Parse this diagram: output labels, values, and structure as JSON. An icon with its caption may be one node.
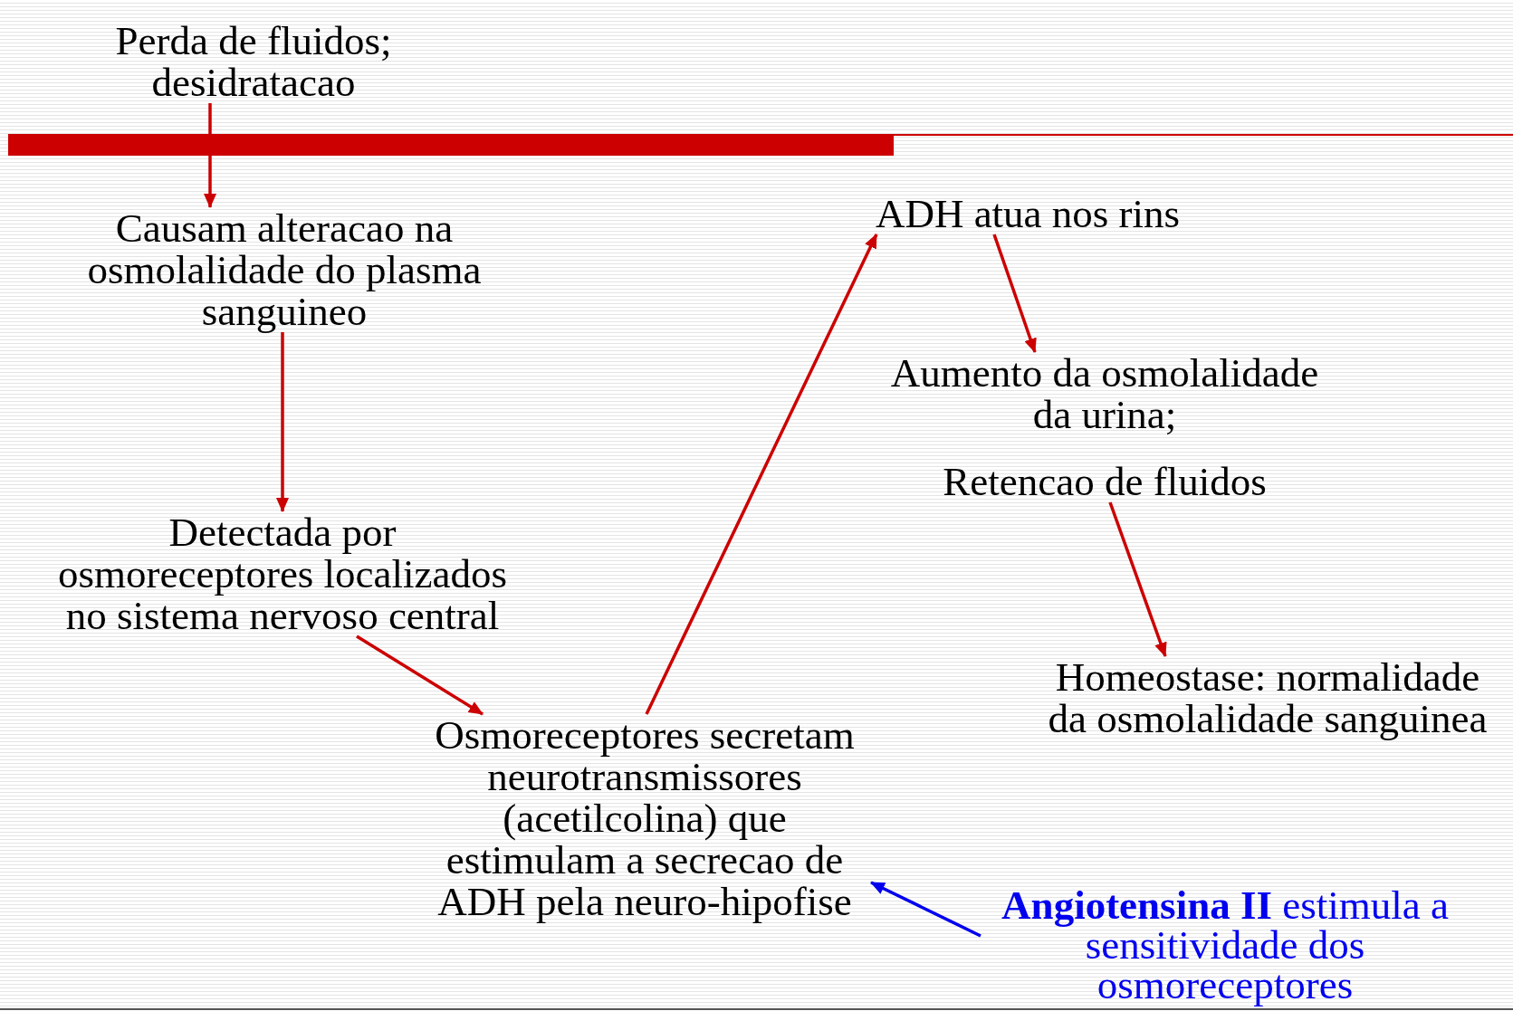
{
  "diagram": {
    "nodes": [
      {
        "text": [
          "Perda de fluidos; desidratacao"
        ]
      },
      {
        "text": [
          "Causam alteracao na osmolalidade do plasma sanguineo"
        ]
      },
      {
        "text": [
          "Detectada por osmoreceptores localizados no sistema nervoso central"
        ]
      },
      {
        "text": [
          "Osmoreceptores secretam neurotransmissores (acetilcolina) que estimulam a secrecao de ADH pela neuro-hipofise"
        ]
      },
      {
        "text": [
          "ADH atua nos rins"
        ]
      },
      {
        "text": [
          "Aumento da osmolalidade da urina;"
        ]
      },
      {
        "text": [
          "Retencao de fluidos"
        ]
      },
      {
        "text": [
          "Homeostase: normalidade da osmolalidade sanguinea"
        ]
      },
      {
        "text": [
          "**Angiotensina II** estimula a sensitividade dos osmoreceptores"
        ]
      }
    ],
    "edges": [
      {
        "from": 0,
        "to": 1,
        "arrow": "to"
      },
      {
        "from": 1,
        "to": 2,
        "arrow": "to"
      },
      {
        "from": 2,
        "to": 3,
        "arrow": "to"
      },
      {
        "from": 3,
        "to": 4,
        "arrow": "to"
      },
      {
        "from": 4,
        "to": 5,
        "arrow": "to"
      },
      {
        "from": 6,
        "to": 7,
        "arrow": "to"
      },
      {
        "from": 8,
        "to": 3,
        "arrow": "to",
        "color": "#0000ee"
      }
    ]
  }
}
